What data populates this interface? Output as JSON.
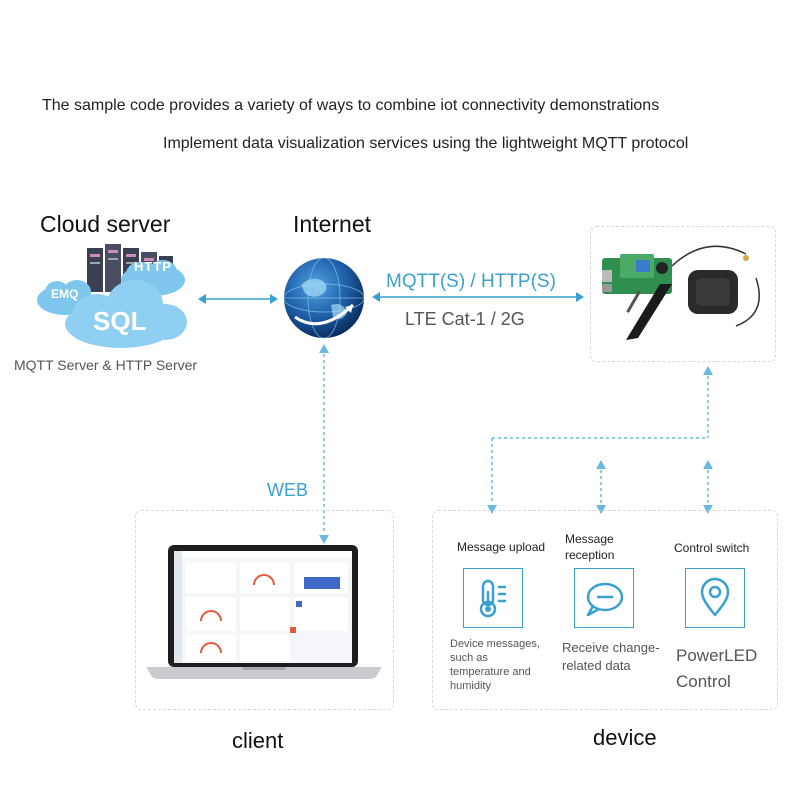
{
  "headline": {
    "line1": "The sample code provides a variety of ways to combine iot connectivity demonstrations",
    "line2": "Implement data visualization services using the lightweight MQTT protocol"
  },
  "cloud": {
    "title": "Cloud server",
    "label_emq": "EMQ",
    "label_http": "HTTP",
    "label_sql": "SQL",
    "caption": "MQTT Server & HTTP Server"
  },
  "internet": {
    "title": "Internet"
  },
  "link": {
    "protocol": "MQTT(S) / HTTP(S)",
    "network": "LTE Cat-1 / 2G",
    "web": "WEB"
  },
  "client": {
    "title": "client"
  },
  "device": {
    "title": "device",
    "features": [
      {
        "title": "Message upload",
        "icon": "thermometer-icon",
        "desc": "Device messages, such as temperature and humidity"
      },
      {
        "title": "Message reception",
        "icon": "chat-bubble-icon",
        "desc": "Receive change-related data"
      },
      {
        "title": "Control switch",
        "icon": "location-pin-icon",
        "desc": "PowerLED Control"
      }
    ]
  },
  "colors": {
    "accent": "#3aa0d0",
    "cloud": "#7fc6ec",
    "globe": "#1f5fa8"
  }
}
